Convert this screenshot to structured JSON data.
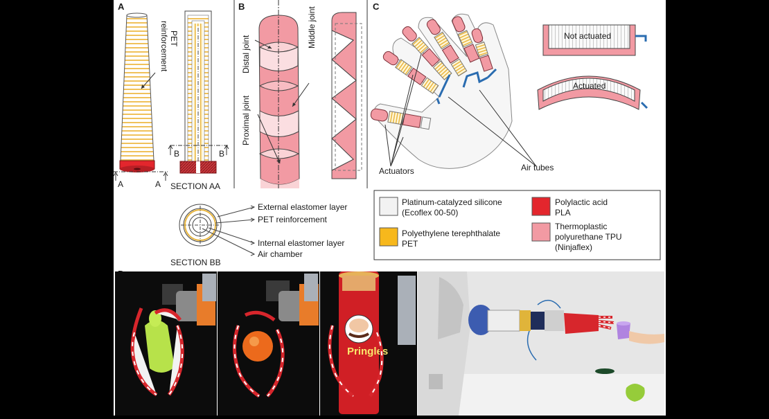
{
  "panels": {
    "a": {
      "letter": "A",
      "pet_label_line1": "PET",
      "pet_label_line2": "reinforcement",
      "section_aa": "SECTION AA",
      "cut_a": "A",
      "cut_b": "B",
      "section_bb": "SECTION BB",
      "bb_layers": [
        "External elastomer layer",
        "PET reinforcement",
        "Internal elastomer layer",
        "Air chamber"
      ]
    },
    "b": {
      "letter": "B",
      "distal": "Distal joint",
      "middle": "Middle joint",
      "proximal": "Proximal joint"
    },
    "c": {
      "letter": "C",
      "not_actuated": "Not actuated",
      "actuated": "Actuated",
      "actuators": "Actuators",
      "air_tubes": "Air tubes"
    },
    "legend": [
      {
        "line1": "Platinum-catalyzed silicone",
        "line2": "(Ecoflex 00-50)",
        "line3": "",
        "color": "#f2f2f2"
      },
      {
        "line1": "Polylactic acid",
        "line2": "PLA",
        "line3": "",
        "color": "#e3262d"
      },
      {
        "line1": "Polyethylene terephthalate",
        "line2": "PET",
        "line3": "",
        "color": "#f7b81c"
      },
      {
        "line1": "Thermoplastic",
        "line2": "polyurethane TPU",
        "line3": "(Ninjaflex)",
        "color": "#f29aa3"
      }
    ],
    "d": {
      "letter": "D",
      "can_brand": "Pringles"
    }
  },
  "colors": {
    "tpu_pink": "#f29aa3",
    "pla_red": "#e3262d",
    "pet_yellow": "#f7c64a",
    "tube_blue": "#2a6cb0"
  }
}
